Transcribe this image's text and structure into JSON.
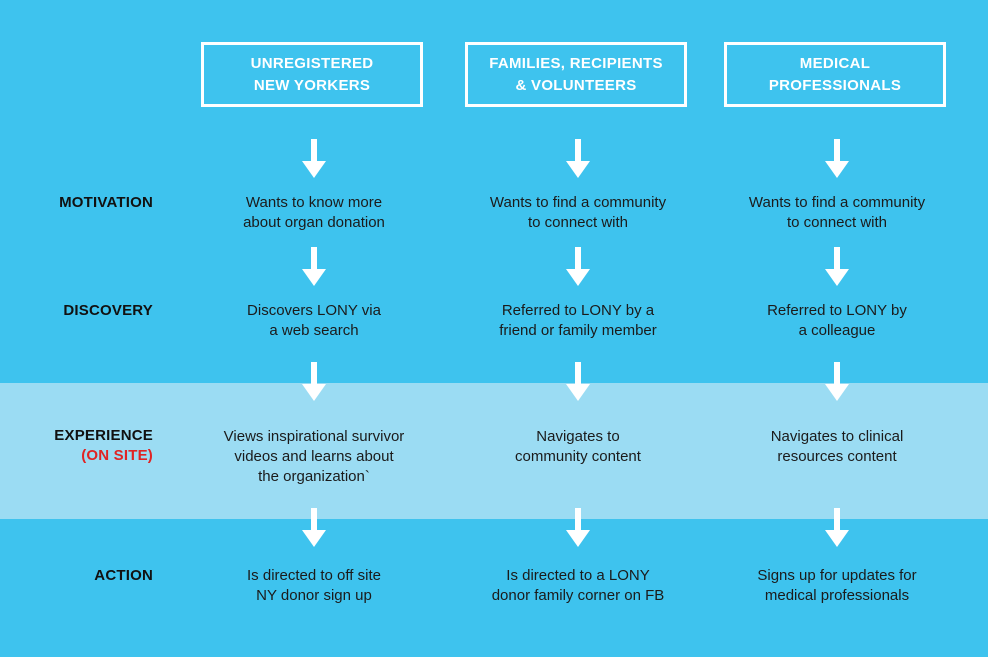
{
  "columns": [
    {
      "header": "UNREGISTERED\nNEW YORKERS"
    },
    {
      "header": "FAMILIES, RECIPIENTS\n& VOLUNTEERS"
    },
    {
      "header": "MEDICAL\nPROFESSIONALS"
    }
  ],
  "rows": [
    {
      "label": "MOTIVATION",
      "sublabel": ""
    },
    {
      "label": "DISCOVERY",
      "sublabel": ""
    },
    {
      "label": "EXPERIENCE",
      "sublabel": "(ON SITE)"
    },
    {
      "label": "ACTION",
      "sublabel": ""
    }
  ],
  "cells": [
    [
      "Wants to know more\nabout organ donation",
      "Wants to find a community\nto connect with",
      "Wants to find a community\nto connect with"
    ],
    [
      "Discovers LONY via\na web search",
      "Referred to LONY by a\nfriend or family member",
      "Referred to LONY by\na colleague"
    ],
    [
      "Views inspirational survivor\nvideos and learns about\nthe organization`",
      "Navigates to\ncommunity content",
      "Navigates to clinical\nresources content"
    ],
    [
      "Is directed to off site\nNY donor sign up",
      "Is directed to a LONY\ndonor family corner on FB",
      "Signs up for updates for\nmedical professionals"
    ]
  ],
  "colors": {
    "background": "#3ec3ee",
    "highlight_band": "#9bdcf3",
    "header_border": "#ffffff",
    "on_site_label": "#e02424"
  }
}
